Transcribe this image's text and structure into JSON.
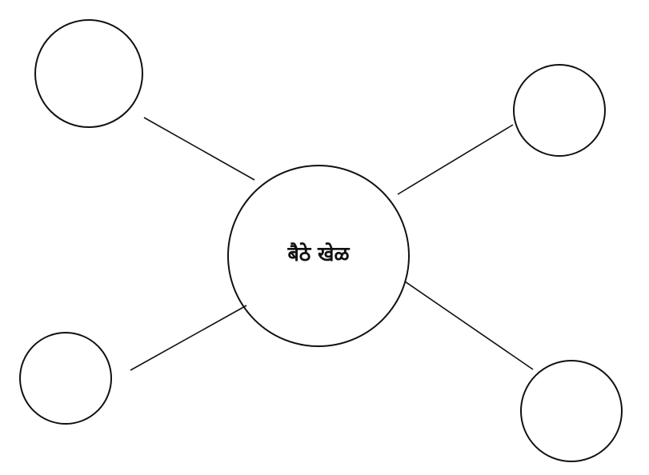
{
  "diagram": {
    "type": "mind-map",
    "center": {
      "label": "बैठे खेळ"
    },
    "branches": [
      {
        "id": "top-left",
        "label": ""
      },
      {
        "id": "top-right",
        "label": ""
      },
      {
        "id": "bottom-left",
        "label": ""
      },
      {
        "id": "bottom-right",
        "label": ""
      }
    ],
    "stroke_color": "#111111"
  }
}
